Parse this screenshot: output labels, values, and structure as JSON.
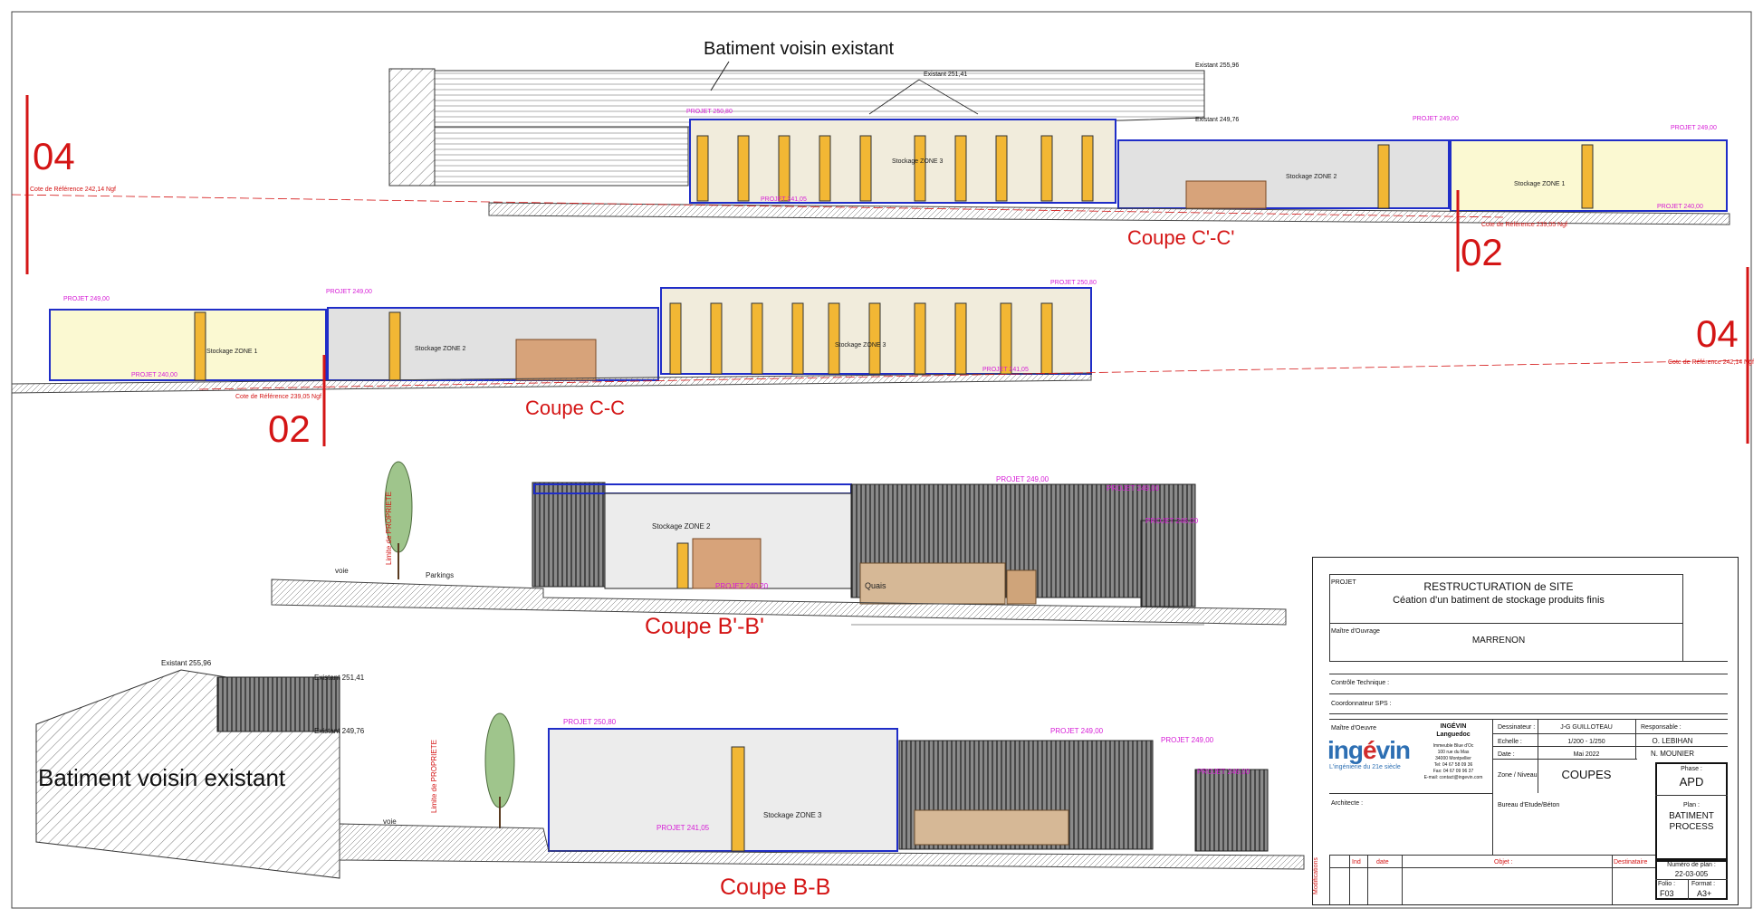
{
  "sections": {
    "coupe_cprime": {
      "title": "Coupe C'-C'",
      "neighbour_label": "Batiment voisin existant",
      "marker_left": "04",
      "marker_right": "02",
      "ref_level": "Cote de Référence 242,14 Ngf",
      "ref_level_right": "Cote de Référence 239,05 Ngf",
      "existant_1": "Existant 255,96",
      "existant_2": "Existant 251,41",
      "existant_3": "Existant 249,76",
      "projet_1": "PROJET 250,80",
      "projet_2": "PROJET 249,00",
      "projet_3": "PROJET 249,00",
      "projet_4": "PROJET 241,05",
      "projet_5": "PROJET 240,00",
      "zone3": "Stockage ZONE 3",
      "zone2": "Stockage ZONE 2",
      "zone1": "Stockage ZONE 1"
    },
    "coupe_c": {
      "title": "Coupe C-C",
      "marker_left": "02",
      "marker_right": "04",
      "ref_level": "Cote de Référence 242,14 Ngf",
      "ref_level_left": "Cote de Référence 239,05 Ngf",
      "projet_1": "PROJET 249,00",
      "projet_2": "PROJET 249,00",
      "projet_3": "PROJET 250,80",
      "projet_4": "PROJET 240,00",
      "projet_5": "PROJET 241,05",
      "zone1": "Stockage ZONE 1",
      "zone2": "Stockage ZONE 2",
      "zone3": "Stockage ZONE 3"
    },
    "coupe_bprime": {
      "title": "Coupe B'-B'",
      "limit_label": "Limite de PROPRIETE",
      "voie": "voie",
      "parkings": "Parkings",
      "quais": "Quais",
      "zone2": "Stockage ZONE 2",
      "projet_1": "PROJET 249,00",
      "projet_2": "PROJET 249,00",
      "projet_3": "PROJET 246,00",
      "projet_4": "PROJET 240,20"
    },
    "coupe_b": {
      "title": "Coupe B-B",
      "neighbour_label": "Batiment voisin existant",
      "limit_label": "Limite de PROPRIETE",
      "voie": "voie",
      "existant_1": "Existant 255,96",
      "existant_2": "Existant 251,41",
      "existant_3": "Existant 249,76",
      "projet_1": "PROJET 250,80",
      "projet_2": "PROJET 249,00",
      "projet_3": "PROJET 249,00",
      "projet_4": "PROJET 246,00",
      "projet_5": "PROJET 241,05",
      "zone3": "Stockage ZONE 3"
    }
  },
  "title_block": {
    "projet_label": "PROJET",
    "projet_title": "RESTRUCTURATION de SITE",
    "projet_subtitle": "Céation d'un batiment de stockage produits finis",
    "maitre_ouvrage_label": "Maître d'Ouvrage",
    "maitre_ouvrage": "MARRENON",
    "certificat_label": "Contrôle Technique :",
    "coordonnateur_label": "Coordonnateur SPS :",
    "maitre_oeuvre_label": "Maître d'Oeuvre",
    "firm_name": "INGÉVIN",
    "firm_region": "Languedoc",
    "firm_address_1": "Immeuble Blue d'Oc",
    "firm_address_2": "100 rue du Mas",
    "firm_address_3": "34000 Montpellier",
    "firm_tel": "Tel: 04 67 58 09 36",
    "firm_fax": "Fax: 04 67 09 96 37",
    "firm_email": "E-mail: contact@ingevin.com",
    "logo_text_a": "ing",
    "logo_text_e": "é",
    "logo_text_b": "vin",
    "logo_tagline": "L'ingénierie du 21e siècle",
    "architecte_label": "Architecte :",
    "bureau_label": "Bureau d'Etude/Béton",
    "dessinateur_label": "Dessinateur :",
    "dessinateur": "J-G GUILLOTEAU",
    "echelle_label": "Echelle :",
    "echelle": "1/200 - 1/250",
    "date_label": "Date :",
    "date": "Mai 2022",
    "zone_label": "Zone / Niveau",
    "zone_value": "COUPES",
    "responsable_label": "Responsable :",
    "responsable_1": "O. LEBIHAN",
    "responsable_2": "N. MOUNIER",
    "phase_label": "Phase :",
    "phase": "APD",
    "plan_label": "Plan :",
    "plan_1": "BATIMENT",
    "plan_2": "PROCESS",
    "numero_label": "Numéro de plan :",
    "numero": "22-03-005",
    "folio_label": "Folio :",
    "folio": "F03",
    "format_label": "Format :",
    "format": "A3+",
    "modifications_label": "Modifications",
    "ind_label": "Ind",
    "date_col_label": "date",
    "objet_label": "Objet :",
    "destinataire_label": "Destinataire"
  }
}
